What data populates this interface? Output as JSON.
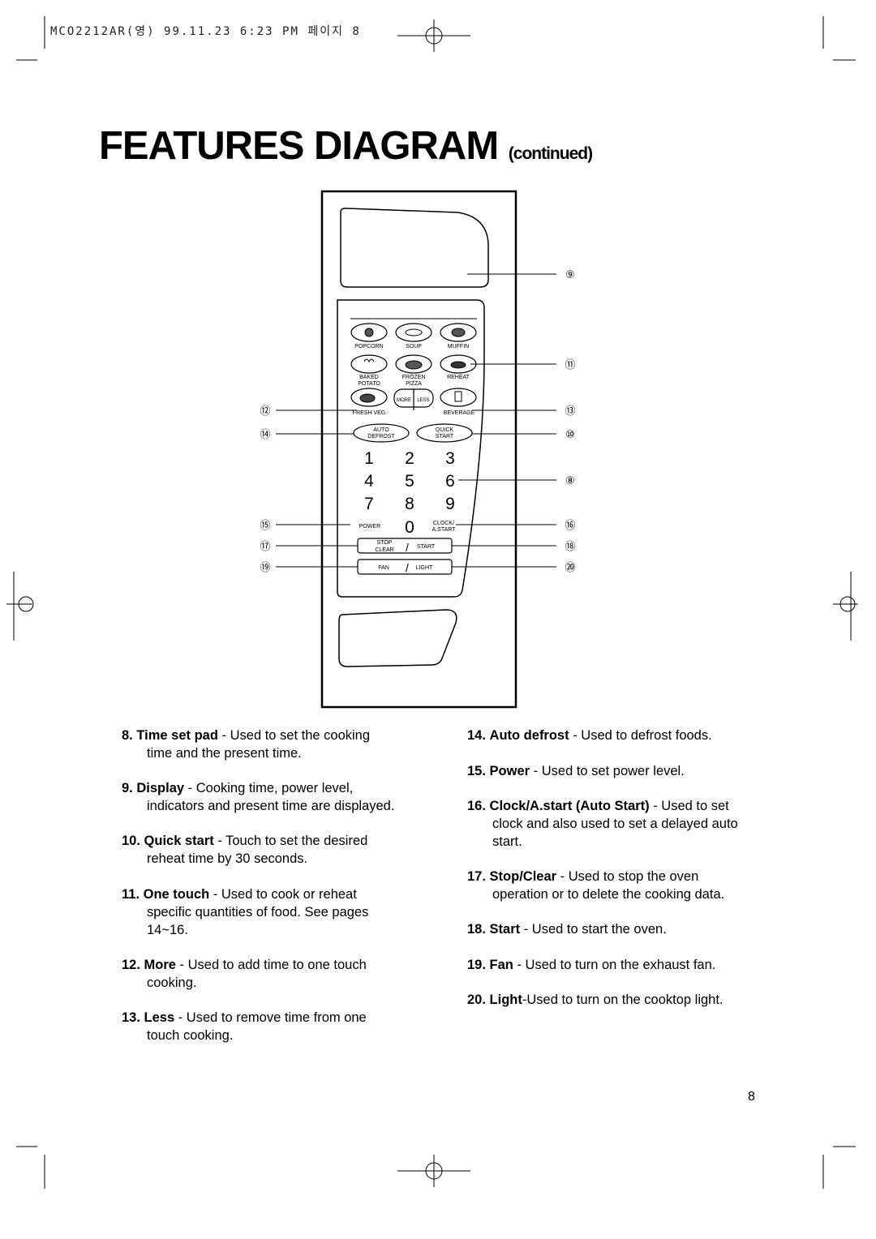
{
  "header": {
    "slug": "MCO2212AR(영) 99.11.23 6:23 PM 페이지 8"
  },
  "title": {
    "main": "FEATURES DIAGRAM",
    "continued": "(continued)"
  },
  "panel": {
    "row1": [
      "POPCORN",
      "SOUP",
      "MUFFIN"
    ],
    "row2": [
      "BAKED",
      "FROZEN",
      "REHEAT"
    ],
    "row2b": [
      "POTATO",
      "PIZZA"
    ],
    "more": "MORE",
    "less": "LESS",
    "fresh_veg": "FRESH VEG.",
    "beverage": "BEVERAGE",
    "auto": "AUTO",
    "defrost": "DEFROST",
    "quick": "QUICK",
    "start_label": "START",
    "digits": [
      "1",
      "2",
      "3",
      "4",
      "5",
      "6",
      "7",
      "8",
      "9",
      "0"
    ],
    "power": "POWER",
    "clock": "CLOCK/",
    "astart": "A.START",
    "stop": "STOP",
    "clear": "CLEAR",
    "start": "START",
    "fan": "FAN",
    "light": "LIGHT",
    "slash": "/"
  },
  "callouts": [
    "⑨",
    "⑪",
    "⑫",
    "⑬",
    "⑭",
    "⑩",
    "⑧",
    "⑮",
    "⑯",
    "⑰",
    "⑱",
    "⑲",
    "⑳"
  ],
  "descriptions_left": [
    {
      "num": "8.",
      "term": "Time set pad",
      "line1": " - Used to set the cooking",
      "line2": "time and the present time."
    },
    {
      "num": "9.",
      "term": "Display",
      "line1": " - Cooking time, power level,",
      "line2": "indicators and present time are displayed."
    },
    {
      "num": "10.",
      "term": "Quick start",
      "line1": " - Touch to set the desired",
      "line2": "reheat time by 30 seconds."
    },
    {
      "num": "11.",
      "term": "One touch",
      "line1": " - Used to cook or reheat",
      "line2": "specific quantities of food. See pages",
      "line3": "14~16."
    },
    {
      "num": "12.",
      "term": "More",
      "line1": " - Used to add time to one touch",
      "line2": "cooking."
    },
    {
      "num": "13.",
      "term": "Less",
      "line1": " - Used to remove time from one",
      "line2": "touch cooking."
    }
  ],
  "descriptions_right": [
    {
      "num": "14.",
      "term": "Auto defrost",
      "line1": " - Used to defrost foods."
    },
    {
      "num": "15.",
      "term": "Power",
      "line1": " - Used to set power level."
    },
    {
      "num": "16.",
      "term": "Clock/A.start (Auto Start)",
      "line1": " - Used to set",
      "line2": "clock and also used to set a delayed auto",
      "line3": "start."
    },
    {
      "num": "17.",
      "term": "Stop/Clear",
      "line1": " - Used to stop the oven",
      "line2": "operation or to delete the cooking data."
    },
    {
      "num": "18.",
      "term": "Start",
      "line1": " - Used to start the oven."
    },
    {
      "num": "19.",
      "term": "Fan",
      "line1": " - Used to turn on the exhaust fan."
    },
    {
      "num": "20.",
      "term": "Light",
      "line1": "-Used to turn on the cooktop light."
    }
  ],
  "page_number": "8"
}
